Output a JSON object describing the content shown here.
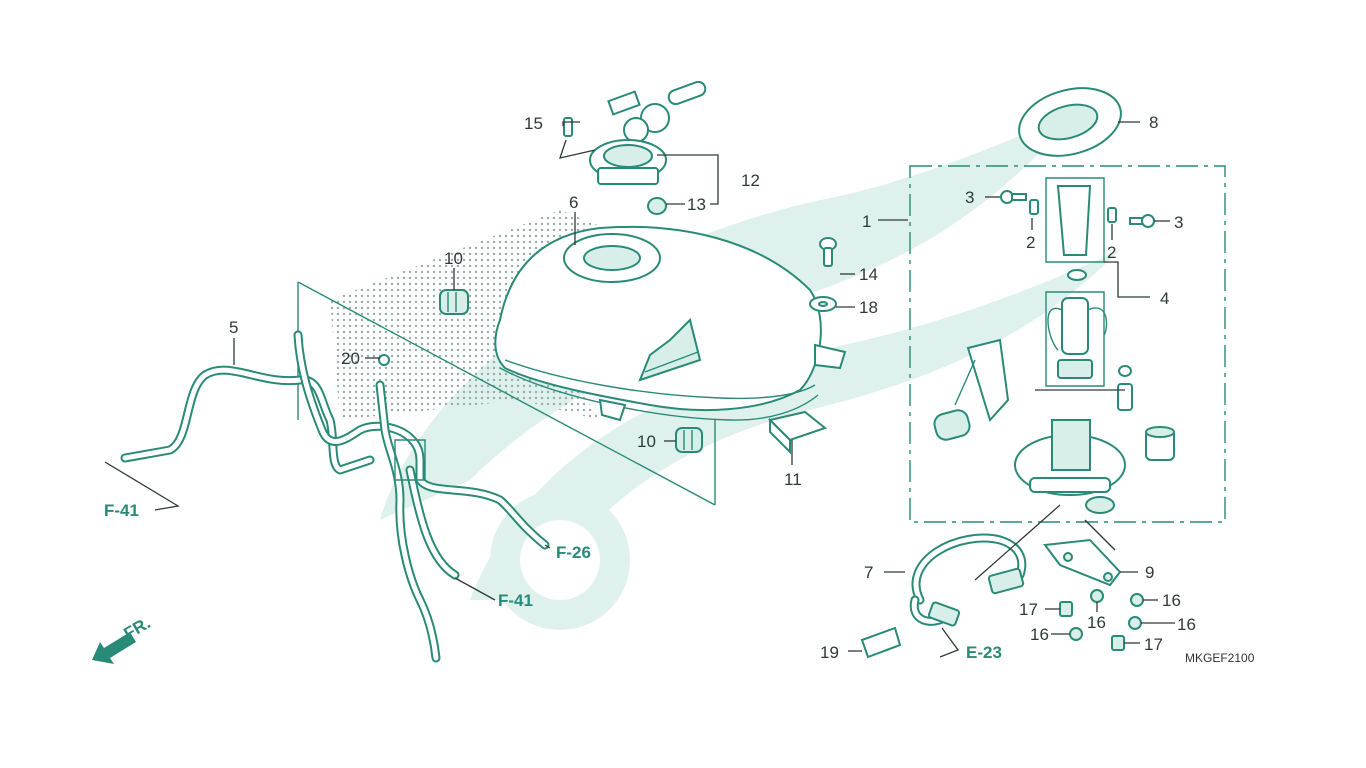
{
  "diagram": {
    "code": "MKGEF2100",
    "colors": {
      "primary": "#2a8a78",
      "label": "#2f3a3a",
      "watermark": "#dff1ec"
    },
    "callouts": {
      "c1": "1",
      "c2a": "2",
      "c2b": "2",
      "c3a": "3",
      "c3b": "3",
      "c4": "4",
      "c5": "5",
      "c6": "6",
      "c7": "7",
      "c8": "8",
      "c9": "9",
      "c10a": "10",
      "c10b": "10",
      "c11": "11",
      "c12": "12",
      "c13": "13",
      "c14": "14",
      "c15": "15",
      "c16a": "16",
      "c16b": "16",
      "c16c": "16",
      "c16d": "16",
      "c17a": "17",
      "c17b": "17",
      "c18": "18",
      "c19": "19",
      "c20": "20"
    },
    "refs": {
      "f41a": "F-41",
      "f41b": "F-41",
      "f26": "F-26",
      "e23": "E-23",
      "fr": "FR."
    },
    "icons": {
      "front": "arrow-front-icon",
      "watermark": "honda-wing-watermark-icon"
    }
  }
}
